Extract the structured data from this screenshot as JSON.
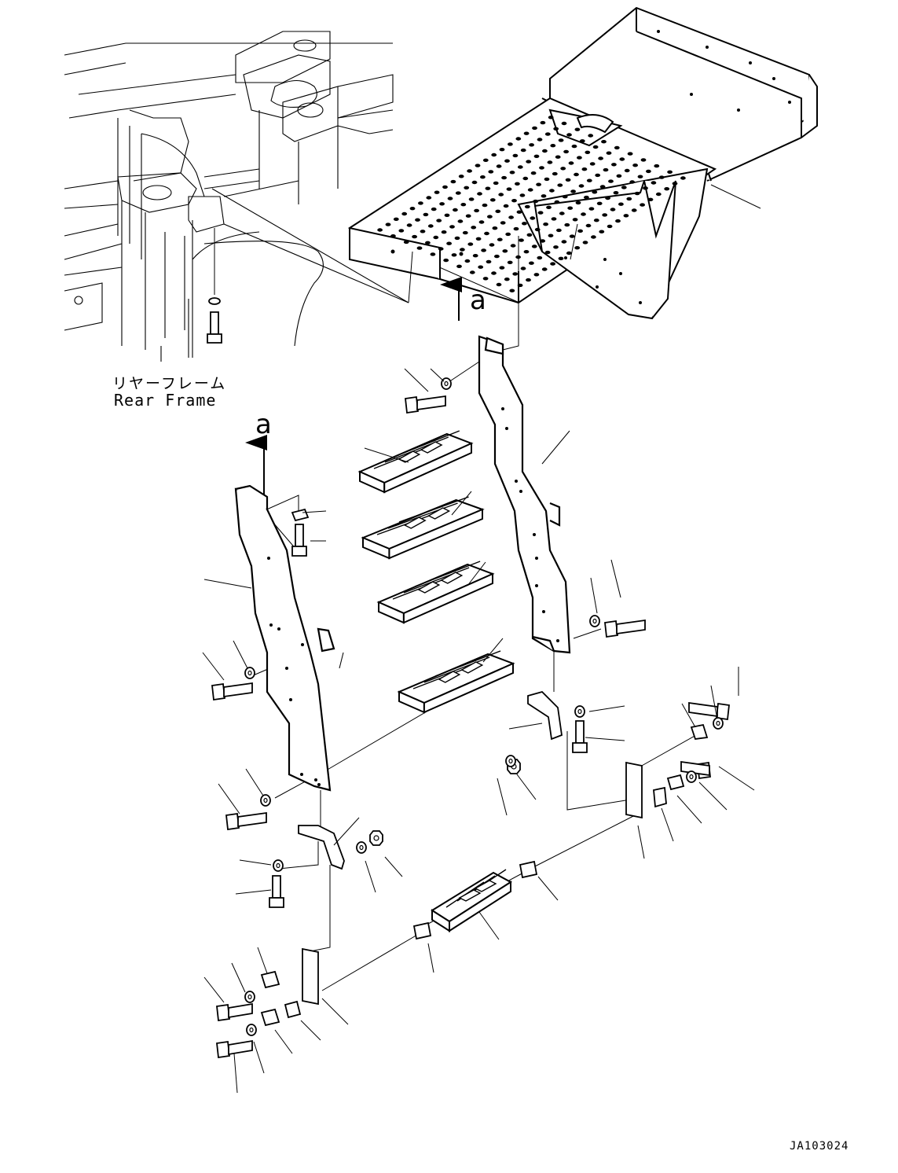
{
  "diagram": {
    "rear_frame_label_jp": "リヤーフレーム",
    "rear_frame_label_en": "Rear Frame",
    "view_marker_top": "a",
    "view_marker_left": "a",
    "drawing_code": "JA103024"
  }
}
